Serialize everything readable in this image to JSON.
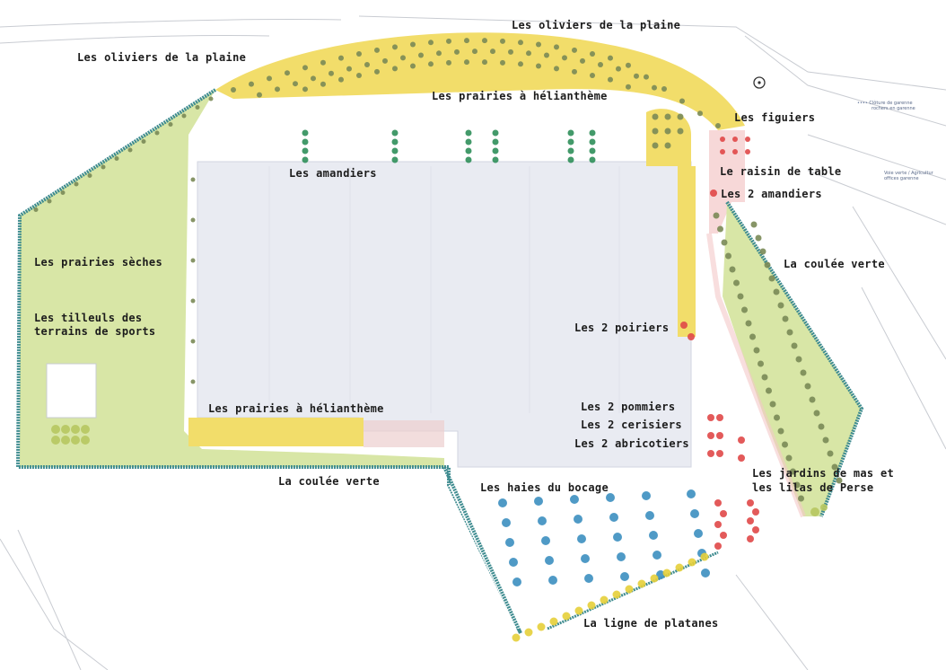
{
  "labels": {
    "olives_left": "Les oliviers de la plaine",
    "olives_top": "Les oliviers de la plaine",
    "prairies_helianthemum_top": "Les prairies à hélianthème",
    "fig_trees": "Les figuiers",
    "almond_trees": "Les amandiers",
    "table_grapes": "Le raisin de table",
    "two_almond_trees": "Les 2 amandiers",
    "dry_meadows": "Les prairies sèches",
    "lime_trees_line1": "Les tilleuls des",
    "lime_trees_line2": "terrains de sports",
    "green_corridor_right": "La coulée verte",
    "two_pear_trees": "Les 2 poiriers",
    "prairies_helianthemum_bottom": "Les prairies à hélianthème",
    "two_apple_trees": "Les 2 pommiers",
    "two_cherry_trees": "Les 2 cerisiers",
    "two_apricot_trees": "Les 2 abricotiers",
    "green_corridor_bottom": "La coulée verte",
    "bocage_hedges": "Les haies du bocage",
    "mas_gardens_line1": "Les jardins de mas et",
    "mas_gardens_line2": "les lilas de Perse",
    "plane_tree_line": "La ligne de platanes"
  },
  "legend": {
    "item1_line1": "Clôture de garenne",
    "item1_line2": "rochers en garenne",
    "item2_line1": "Voie verte / Agricultur",
    "item2_line2": "offices garenne"
  },
  "colors": {
    "olive_band": "#f2dd6a",
    "meadow_green": "#d8e6a6",
    "corridor_blue": "#3f8c90",
    "tree_olive": "#7a8a56",
    "tree_blue": "#3c8fc0",
    "tree_red": "#e04848",
    "building_grey": "#e9ebf2",
    "path_white": "#ffffff"
  },
  "icons": {
    "compass": "north-compass-icon"
  }
}
